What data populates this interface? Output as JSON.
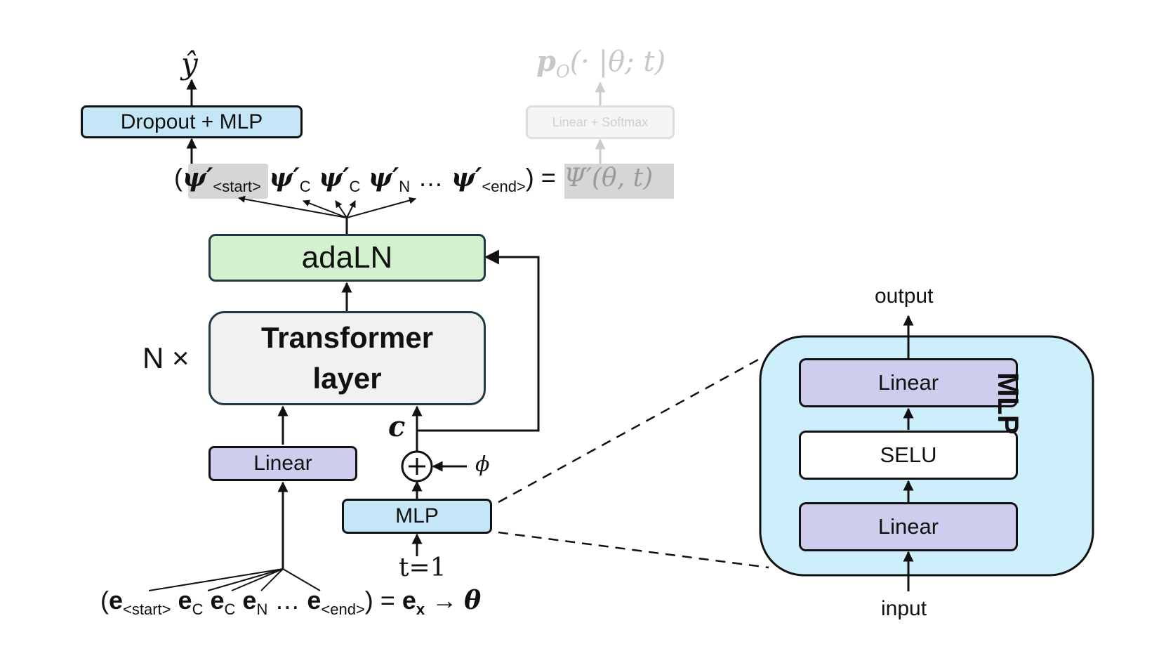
{
  "colors": {
    "blue_box": "#c5e6f6",
    "green_box": "#d4f1cf",
    "purple_box": "#cfcdee",
    "gray_box": "#f1f1f1",
    "mlp_panel": "#cdeefb",
    "faded": "#c8c8c8",
    "highlight": "#d6d6d6",
    "stroke": "#111111",
    "dark_border": "#1f3a44"
  },
  "main": {
    "y_hat": "ŷ",
    "dropout_mlp": "Dropout + MLP",
    "adaln": "adaLN",
    "transformer_line1": "Transformer",
    "transformer_line2": "layer",
    "n_times": "N ×",
    "linear": "Linear",
    "mlp": "MLP",
    "c_label": "c",
    "plus": "+",
    "phi": "ϕ",
    "t_equals": "t=1"
  },
  "faded_branch": {
    "output_label": "p_O(· |θ; t)",
    "p": "p",
    "p_sub": "O",
    "p_rest": "(· |θ; t)",
    "linear_softmax": "Linear + Softmax"
  },
  "output_tokens": {
    "open": "(",
    "psi": "ψ′",
    "sub_start": "<start>",
    "sub_c": "C",
    "sub_n": "N",
    "ellipsis": "…",
    "sub_end": "<end>",
    "close_eq": ") =",
    "Psi_expr": "Ψ′(θ, t)"
  },
  "input_tokens": {
    "open": "(",
    "e": "e",
    "sub_start": "<start>",
    "sub_c": "C",
    "sub_n": "N",
    "ellipsis": "…",
    "sub_end": "<end>",
    "close_eq": ") =",
    "sub_x": "x",
    "arrow": "→",
    "theta": "θ"
  },
  "mlp_detail": {
    "title": "MLP",
    "output": "output",
    "input": "input",
    "linear_top": "Linear",
    "selu": "SELU",
    "linear_bottom": "Linear"
  }
}
